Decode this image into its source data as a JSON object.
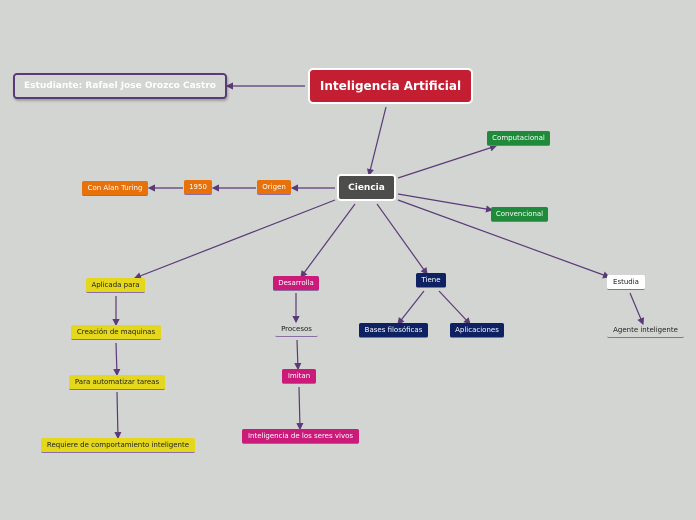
{
  "nodes": {
    "main": "Inteligencia Artificial",
    "student": "Estudiante: Rafael Jose Orozco Castro",
    "ciencia": "Ciencia",
    "origen": "Origen",
    "year": "1950",
    "alan": "Con Alan Turing",
    "computacional": "Computacional",
    "convencional": "Convencional",
    "aplicada": "Aplicada para",
    "creacion": "Creación de maquinas",
    "automatizar": "Para automatizar tareas",
    "requiere": "Requiere de comportamiento inteligente",
    "desarrolla": "Desarrolla",
    "procesos": "Procesos",
    "imitan": "Imitan",
    "seres": "Inteligencia de los seres vivos",
    "tiene": "Tiene",
    "bases": "Bases filosóficas",
    "aplicaciones": "Aplicaciones",
    "estudia": "Estudia",
    "agente": "Agente inteligente"
  },
  "colors": {
    "edge": "#5b3a78",
    "main": "#c41e33",
    "orange": "#e8710a",
    "green": "#1e8a3a",
    "yellow": "#e5d81c",
    "pink": "#cc1a7a",
    "navy": "#0d2163"
  }
}
